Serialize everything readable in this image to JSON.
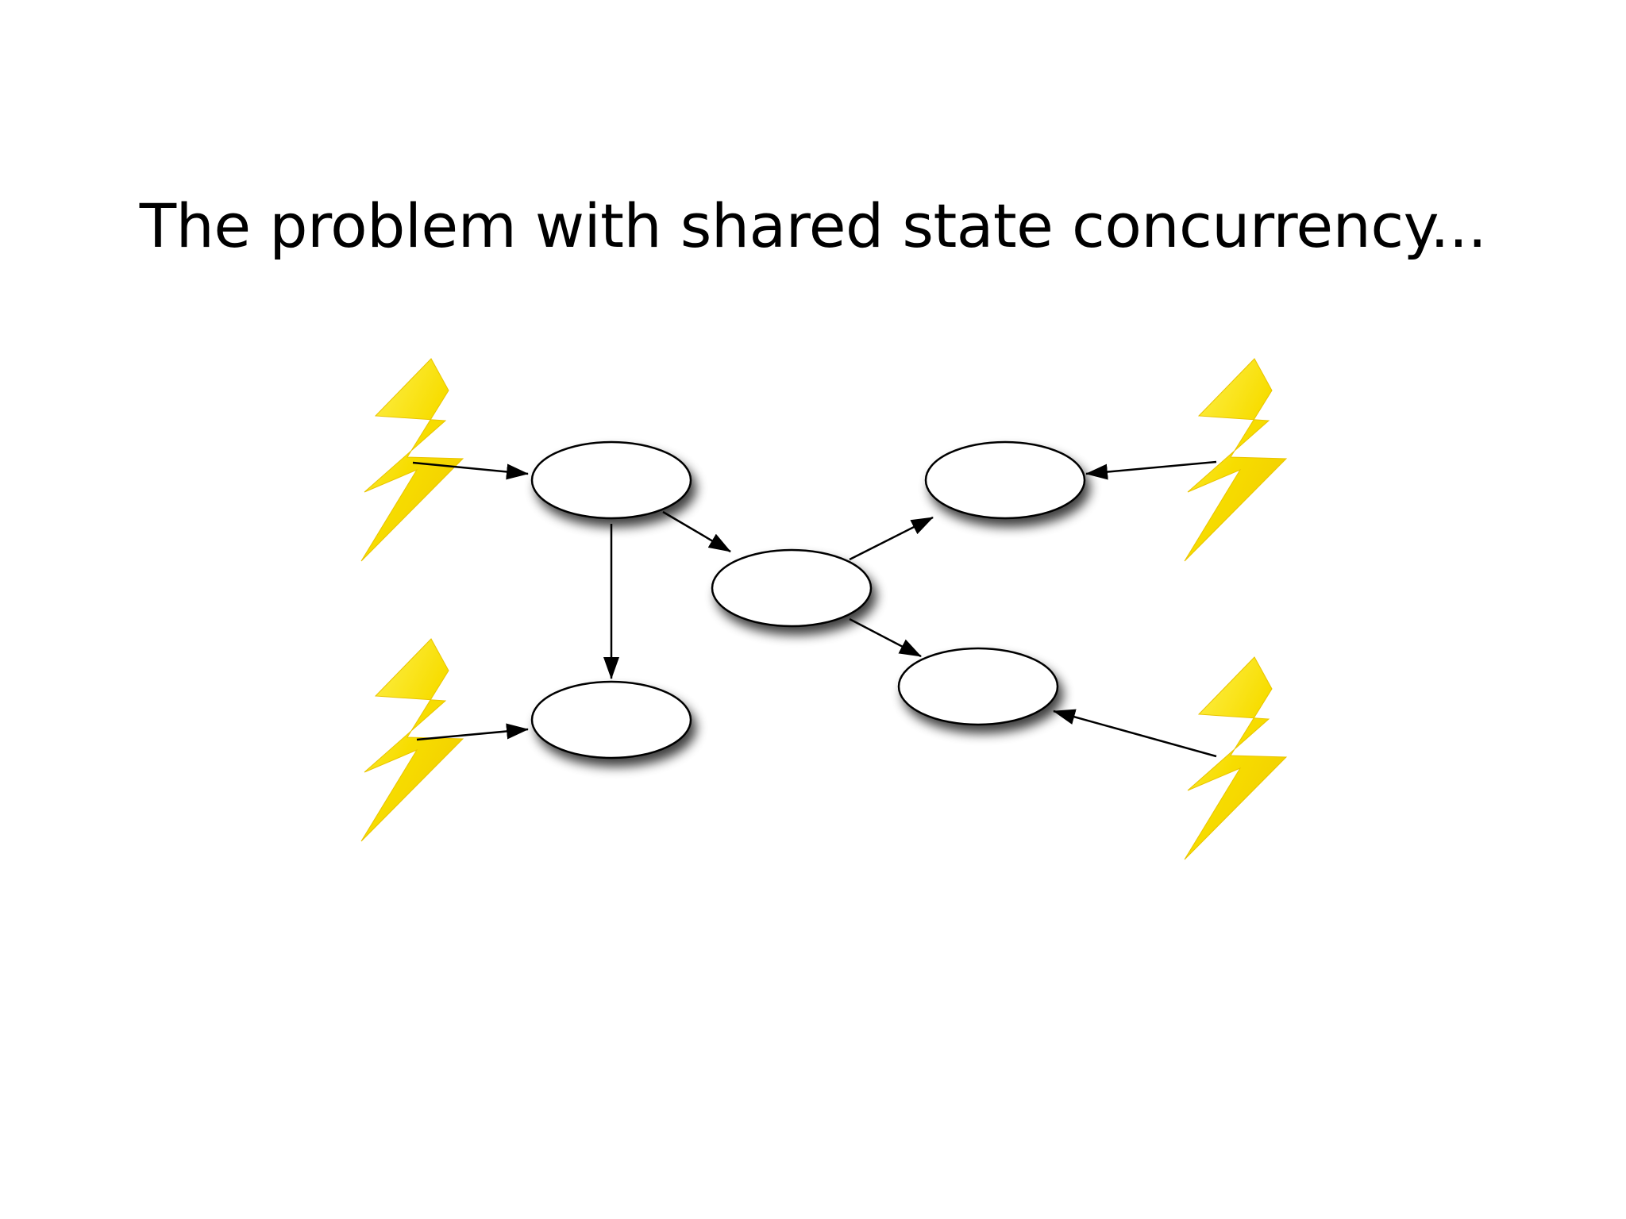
{
  "slide": {
    "title": "The problem with shared state concurrency..."
  },
  "diagram": {
    "node_fill": "#ffffff",
    "node_stroke": "#000000",
    "arrow_color": "#000000",
    "bolt_color": "#f7dd00",
    "bolt_highlight": "#fff35a",
    "nodes": [
      "node-top-left",
      "node-center",
      "node-bottom-left",
      "node-top-right",
      "node-bottom-right"
    ],
    "edges": [
      {
        "from": "node-top-left",
        "to": "node-center"
      },
      {
        "from": "node-top-left",
        "to": "node-bottom-left"
      },
      {
        "from": "node-center",
        "to": "node-top-right"
      },
      {
        "from": "node-center",
        "to": "node-bottom-right"
      }
    ],
    "bolts": [
      {
        "name": "lightning-bolt-icon",
        "targets": "node-top-left"
      },
      {
        "name": "lightning-bolt-icon",
        "targets": "node-bottom-left"
      },
      {
        "name": "lightning-bolt-icon",
        "targets": "node-top-right"
      },
      {
        "name": "lightning-bolt-icon",
        "targets": "node-bottom-right"
      }
    ]
  }
}
